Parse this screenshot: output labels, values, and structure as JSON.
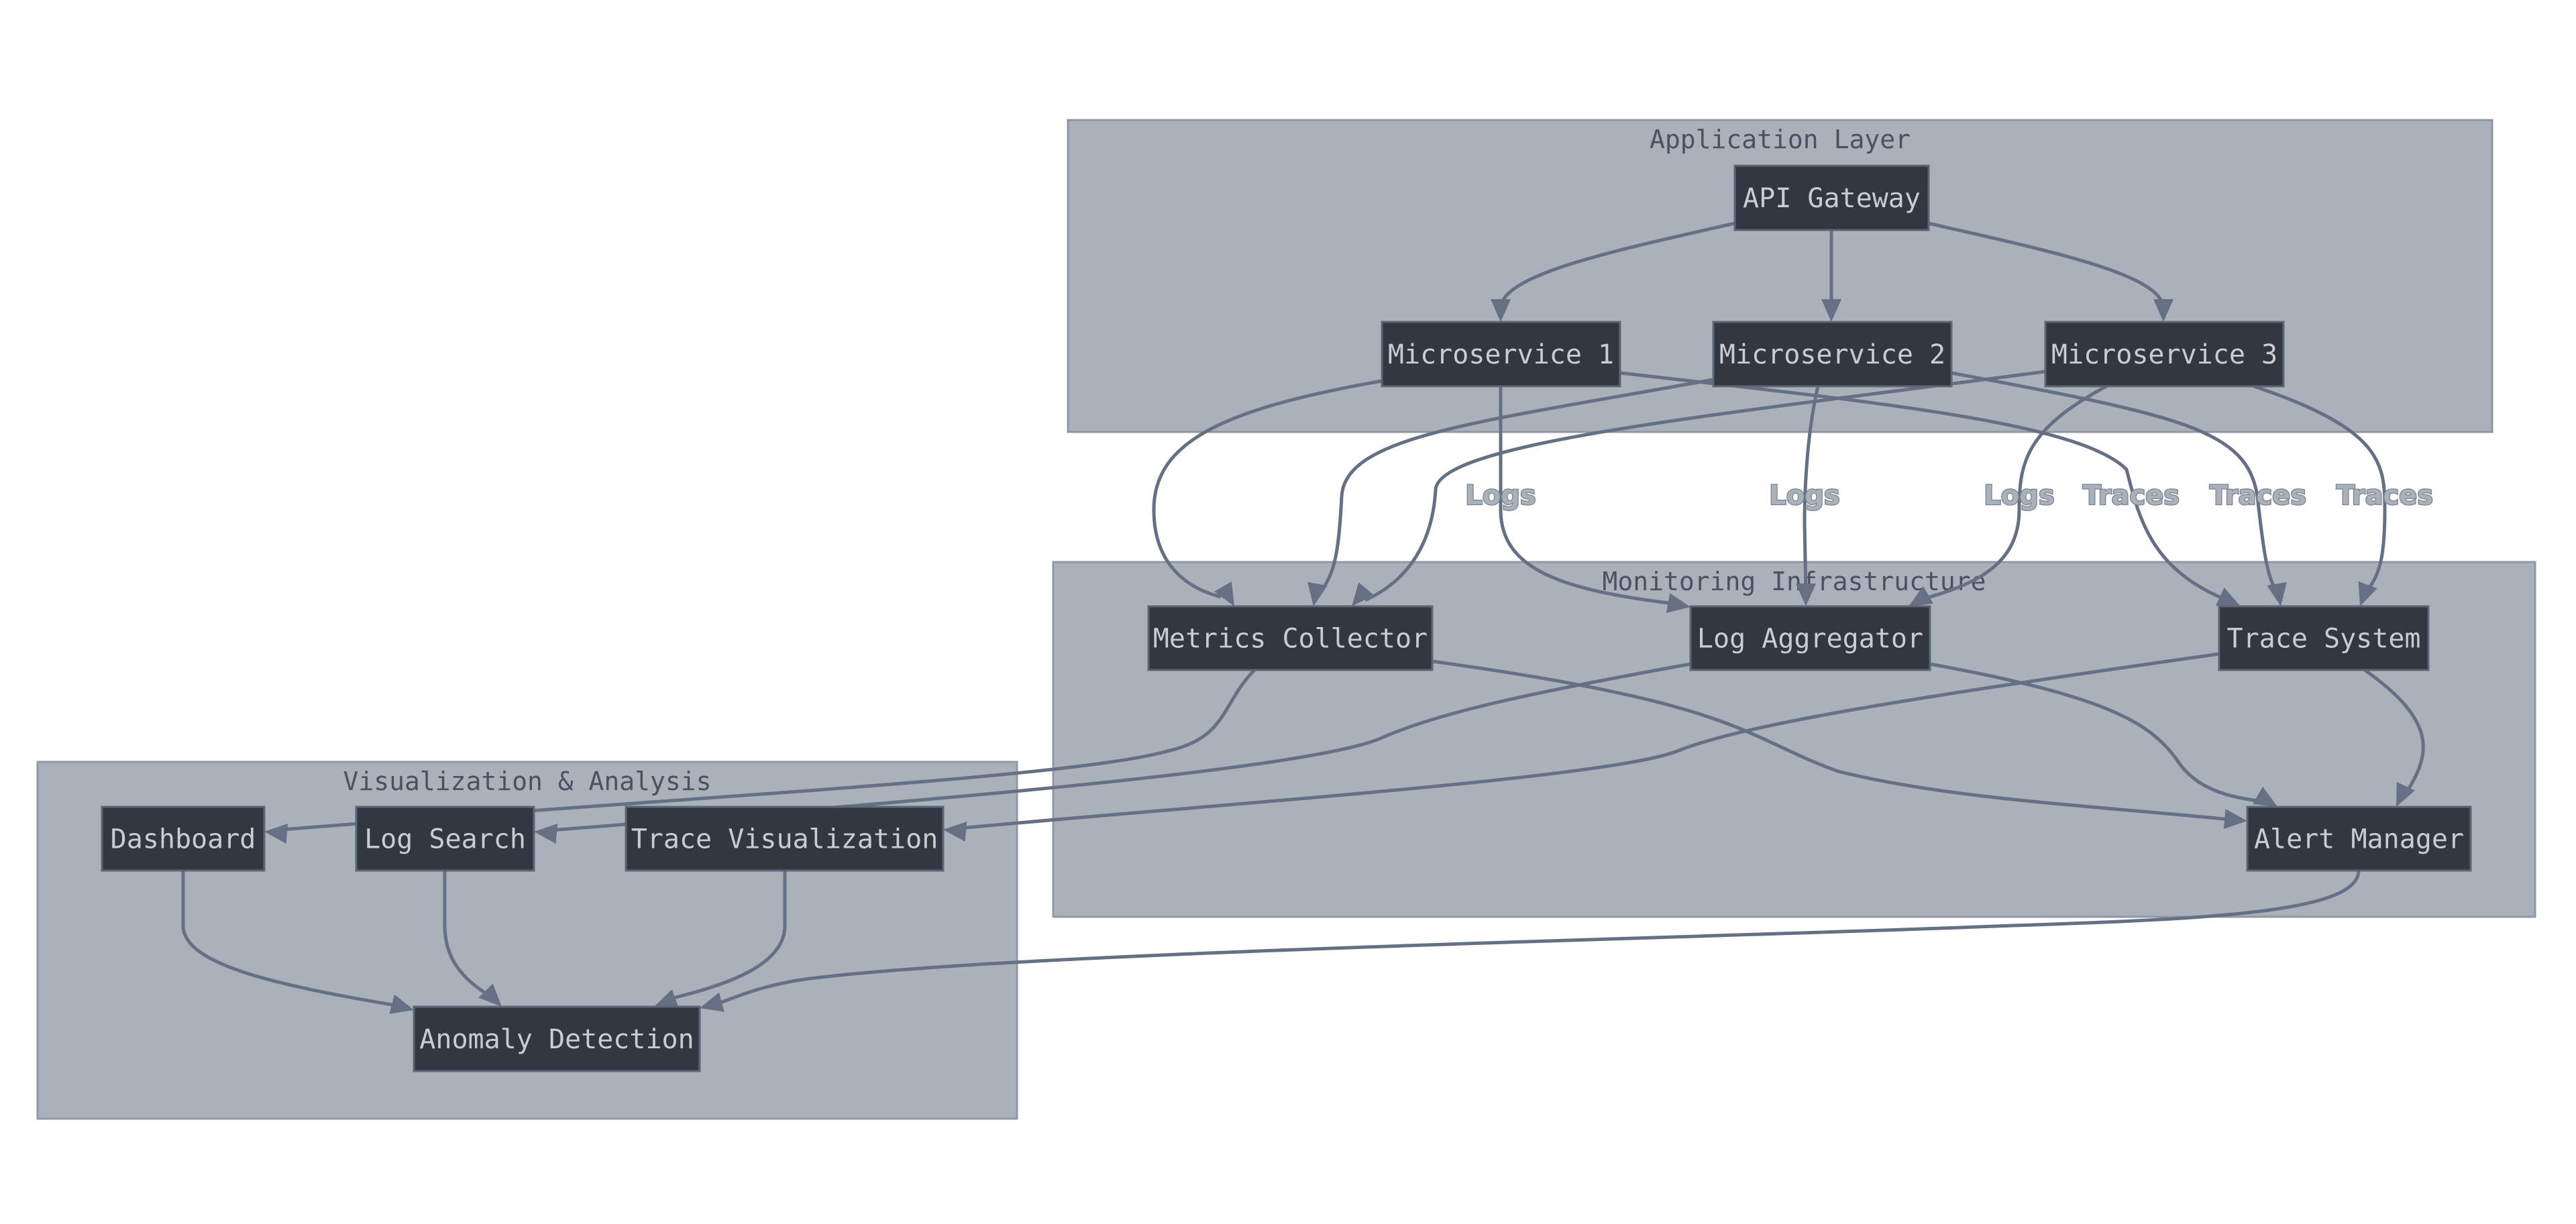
{
  "diagram": {
    "type": "flowchart",
    "colors": {
      "background": "#ffffff",
      "cluster_fill": "#a9b1bb",
      "node_fill": "#333741",
      "node_text": "#c8cdd4",
      "edge": "#667085",
      "cluster_title": "#4a5260"
    },
    "clusters": [
      {
        "id": "app",
        "title": "Application Layer"
      },
      {
        "id": "mon",
        "title": "Monitoring Infrastructure"
      },
      {
        "id": "viz",
        "title": "Visualization & Analysis"
      }
    ],
    "nodes": [
      {
        "id": "gw",
        "label": "API Gateway",
        "cluster": "app"
      },
      {
        "id": "ms1",
        "label": "Microservice 1",
        "cluster": "app"
      },
      {
        "id": "ms2",
        "label": "Microservice 2",
        "cluster": "app"
      },
      {
        "id": "ms3",
        "label": "Microservice 3",
        "cluster": "app"
      },
      {
        "id": "mc",
        "label": "Metrics Collector",
        "cluster": "mon"
      },
      {
        "id": "la",
        "label": "Log Aggregator",
        "cluster": "mon"
      },
      {
        "id": "ts",
        "label": "Trace System",
        "cluster": "mon"
      },
      {
        "id": "am",
        "label": "Alert Manager",
        "cluster": "mon"
      },
      {
        "id": "db",
        "label": "Dashboard",
        "cluster": "viz"
      },
      {
        "id": "ls",
        "label": "Log Search",
        "cluster": "viz"
      },
      {
        "id": "tv",
        "label": "Trace Visualization",
        "cluster": "viz"
      },
      {
        "id": "ad",
        "label": "Anomaly Detection",
        "cluster": "viz"
      }
    ],
    "edges": [
      {
        "from": "gw",
        "to": "ms1",
        "label": ""
      },
      {
        "from": "gw",
        "to": "ms2",
        "label": ""
      },
      {
        "from": "gw",
        "to": "ms3",
        "label": ""
      },
      {
        "from": "ms1",
        "to": "mc",
        "label": ""
      },
      {
        "from": "ms2",
        "to": "mc",
        "label": ""
      },
      {
        "from": "ms3",
        "to": "mc",
        "label": ""
      },
      {
        "from": "ms1",
        "to": "la",
        "label": "Logs"
      },
      {
        "from": "ms2",
        "to": "la",
        "label": "Logs"
      },
      {
        "from": "ms3",
        "to": "la",
        "label": "Logs"
      },
      {
        "from": "ms1",
        "to": "ts",
        "label": "Traces"
      },
      {
        "from": "ms2",
        "to": "ts",
        "label": "Traces"
      },
      {
        "from": "ms3",
        "to": "ts",
        "label": "Traces"
      },
      {
        "from": "mc",
        "to": "db",
        "label": ""
      },
      {
        "from": "la",
        "to": "ls",
        "label": ""
      },
      {
        "from": "ts",
        "to": "tv",
        "label": ""
      },
      {
        "from": "mc",
        "to": "am",
        "label": ""
      },
      {
        "from": "la",
        "to": "am",
        "label": ""
      },
      {
        "from": "ts",
        "to": "am",
        "label": ""
      },
      {
        "from": "db",
        "to": "ad",
        "label": ""
      },
      {
        "from": "ls",
        "to": "ad",
        "label": ""
      },
      {
        "from": "tv",
        "to": "ad",
        "label": ""
      },
      {
        "from": "am",
        "to": "ad",
        "label": ""
      }
    ]
  }
}
